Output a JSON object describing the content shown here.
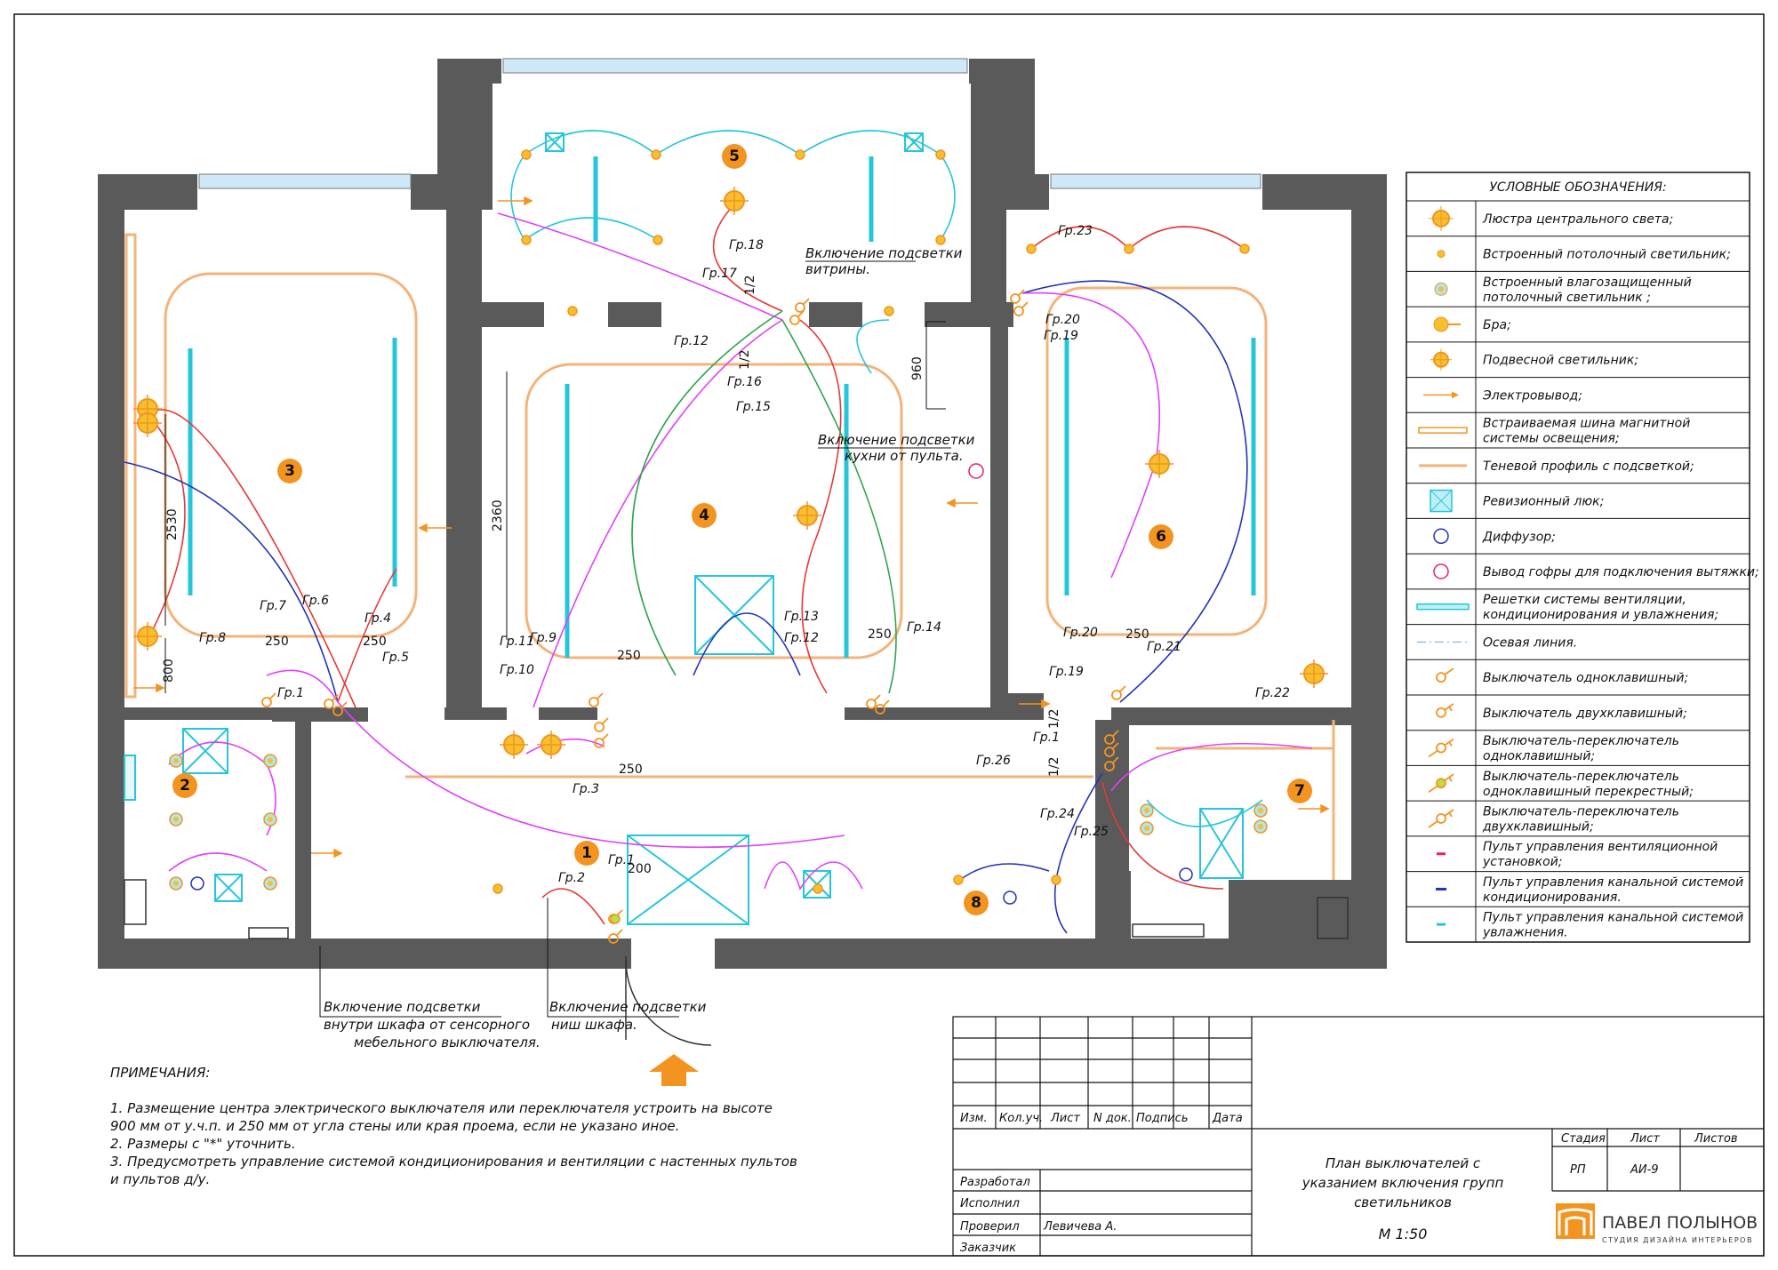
{
  "rooms": [
    "1",
    "2",
    "3",
    "4",
    "5",
    "6",
    "7",
    "8"
  ],
  "groups": [
    "Гр.1",
    "Гр.2",
    "Гр.3",
    "Гр.4",
    "Гр.5",
    "Гр.6",
    "Гр.7",
    "Гр.8",
    "Гр.9",
    "Гр.10",
    "Гр.11",
    "Гр.12",
    "Гр.13",
    "Гр.14",
    "Гр.15",
    "Гр.16",
    "Гр.17",
    "Гр.18",
    "Гр.19",
    "Гр.20",
    "Гр.21",
    "Гр.22",
    "Гр.23",
    "Гр.24",
    "Гр.25",
    "Гр.26"
  ],
  "dimensions": {
    "d250": "250",
    "d200": "200",
    "d800": "800",
    "d2530": "2530",
    "d2360": "2360",
    "d960": "960",
    "d12": "1/2"
  },
  "annotations": {
    "vitrina": [
      "Включение подсветки",
      "витрины."
    ],
    "kitchen": [
      "Включение подсветки",
      "кухни от пульта."
    ],
    "wardrobe_inside": [
      "Включение подсветки",
      "внутри шкафа от сенсорного",
      "мебельного выключателя."
    ],
    "wardrobe_niche": [
      "Включение подсветки",
      "ниш шкафа."
    ]
  },
  "legend": {
    "title": "УСЛОВНЫЕ ОБОЗНАЧЕНИЯ:",
    "items": [
      {
        "icon": "chandelier-icon",
        "lines": [
          "Люстра центрального света;"
        ]
      },
      {
        "icon": "recessed-light-icon",
        "lines": [
          "Встроенный потолочный светильник;"
        ]
      },
      {
        "icon": "waterproof-light-icon",
        "lines": [
          "Встроенный влагозащищенный",
          "потолочный светильник ;"
        ]
      },
      {
        "icon": "sconce-icon",
        "lines": [
          "Бра;"
        ]
      },
      {
        "icon": "pendant-icon",
        "lines": [
          "Подвесной светильник;"
        ]
      },
      {
        "icon": "power-outlet-icon",
        "lines": [
          "Электровывод;"
        ]
      },
      {
        "icon": "magnetic-track-icon",
        "lines": [
          "Встраиваемая шина магнитной",
          "системы освещения;"
        ]
      },
      {
        "icon": "shadow-profile-icon",
        "lines": [
          "Теневой профиль с подсветкой;"
        ]
      },
      {
        "icon": "hatch-icon",
        "lines": [
          "Ревизионный люк;"
        ]
      },
      {
        "icon": "diffuser-icon",
        "lines": [
          "Диффузор;"
        ]
      },
      {
        "icon": "hood-outlet-icon",
        "lines": [
          "Вывод гофры для подключения вытяжки;"
        ]
      },
      {
        "icon": "vent-grille-icon",
        "lines": [
          "Решетки системы вентиляции,",
          "кондиционирования и увлажнения;"
        ]
      },
      {
        "icon": "axis-line-icon",
        "lines": [
          "Осевая линия."
        ]
      },
      {
        "icon": "switch-single-icon",
        "lines": [
          "Выключатель одноклавишный;"
        ]
      },
      {
        "icon": "switch-double-icon",
        "lines": [
          "Выключатель двухклавишный;"
        ]
      },
      {
        "icon": "switch-toggle-single-icon",
        "lines": [
          "Выключатель-переключатель",
          "одноклавишный;"
        ]
      },
      {
        "icon": "switch-cross-icon",
        "lines": [
          "Выключатель-переключатель",
          "одноклавишный перекрестный;"
        ]
      },
      {
        "icon": "switch-toggle-double-icon",
        "lines": [
          "Выключатель-переключатель",
          "двухклавишный;"
        ]
      },
      {
        "icon": "vent-remote-icon",
        "lines": [
          "Пульт управления вентиляционной",
          "установкой;"
        ]
      },
      {
        "icon": "ac-remote-icon",
        "lines": [
          "Пульт управления канальной системой",
          "кондиционирования."
        ]
      },
      {
        "icon": "humid-remote-icon",
        "lines": [
          "Пульт управления канальной системой",
          "увлажнения."
        ]
      }
    ]
  },
  "notes": {
    "title": "ПРИМЕЧАНИЯ:",
    "lines": [
      "1.         Размещение центра электрического выключателя или переключателя  устроить на высоте",
      "900 мм от у.ч.п. и 250 мм от угла стены или края проема, если не указано иное.",
      "2.         Размеры с \"*\" уточнить.",
      "3.         Предусмотреть управление системой кондиционирования и вентиляции с настенных пультов",
      "и пультов д/у."
    ]
  },
  "titleblock": {
    "headers": [
      "Изм.",
      "Кол.уч.",
      "Лист",
      "N док.",
      "Подпись",
      "Дата"
    ],
    "roles": [
      "Разработал",
      "Исполнил",
      "Проверил",
      "Заказчик"
    ],
    "checker": "Левичева А.",
    "drawing_title": [
      "План выключателей с",
      "указанием включения групп",
      "светильников"
    ],
    "scale": "М 1:50",
    "stage_label": "Стадия",
    "sheet_label": "Лист",
    "sheets_label": "Листов",
    "stage": "РП",
    "sheet": "АИ-9",
    "brand": "ПАВЕЛ ПОЛЫНОВ",
    "brand_sub": "СТУДИЯ ДИЗАЙНА ИНТЕРЬЕРОВ"
  },
  "colors": {
    "wall": "#5a5a5a",
    "orange": "#f39420",
    "cyan": "#26c6da",
    "red": "#e53935",
    "magenta": "#e040fb",
    "blue": "#2232b8",
    "green": "#2ea44f",
    "profile": "#f3b37a"
  }
}
